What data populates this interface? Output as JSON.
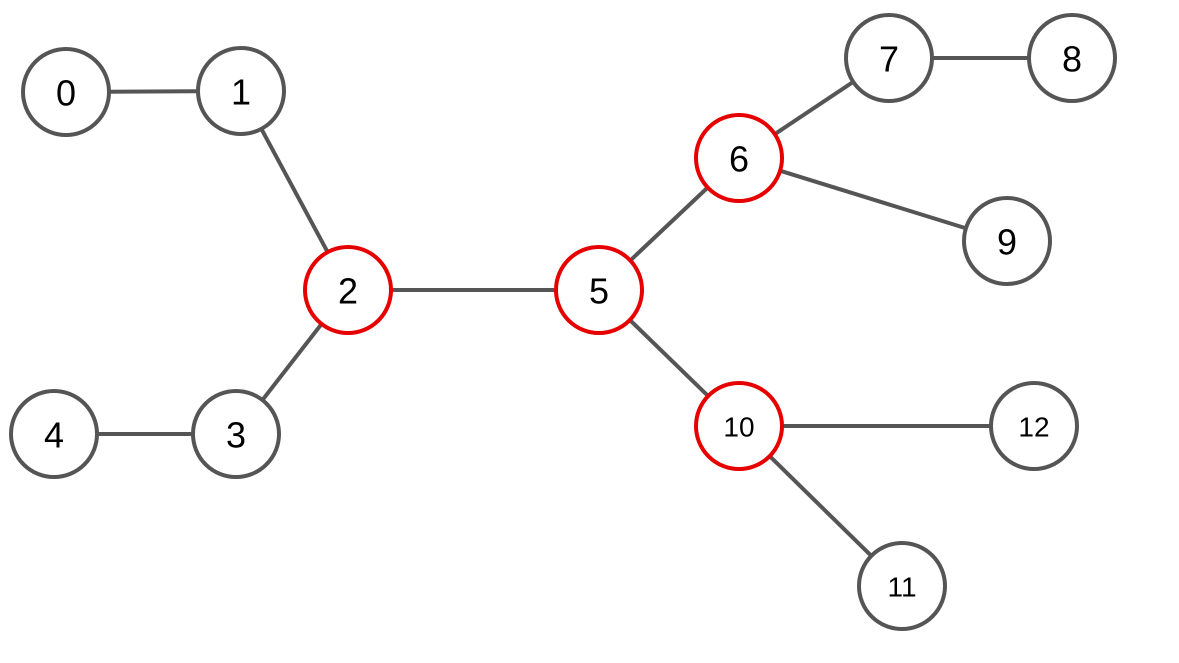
{
  "graph": {
    "nodes": [
      {
        "id": "0",
        "label": "0",
        "highlighted": false
      },
      {
        "id": "1",
        "label": "1",
        "highlighted": false
      },
      {
        "id": "2",
        "label": "2",
        "highlighted": true
      },
      {
        "id": "3",
        "label": "3",
        "highlighted": false
      },
      {
        "id": "4",
        "label": "4",
        "highlighted": false
      },
      {
        "id": "5",
        "label": "5",
        "highlighted": true
      },
      {
        "id": "6",
        "label": "6",
        "highlighted": true
      },
      {
        "id": "7",
        "label": "7",
        "highlighted": false
      },
      {
        "id": "8",
        "label": "8",
        "highlighted": false
      },
      {
        "id": "9",
        "label": "9",
        "highlighted": false
      },
      {
        "id": "10",
        "label": "10",
        "highlighted": true
      },
      {
        "id": "11",
        "label": "11",
        "highlighted": false
      },
      {
        "id": "12",
        "label": "12",
        "highlighted": false
      }
    ],
    "edges": [
      [
        "0",
        "1"
      ],
      [
        "1",
        "2"
      ],
      [
        "2",
        "3"
      ],
      [
        "3",
        "4"
      ],
      [
        "2",
        "5"
      ],
      [
        "5",
        "6"
      ],
      [
        "6",
        "7"
      ],
      [
        "7",
        "8"
      ],
      [
        "6",
        "9"
      ],
      [
        "5",
        "10"
      ],
      [
        "10",
        "12"
      ],
      [
        "10",
        "11"
      ]
    ]
  },
  "colors": {
    "edge": "#555555",
    "node_border": "#555555",
    "node_border_highlighted": "#e60000",
    "node_fill": "#ffffff",
    "label": "#000000"
  }
}
